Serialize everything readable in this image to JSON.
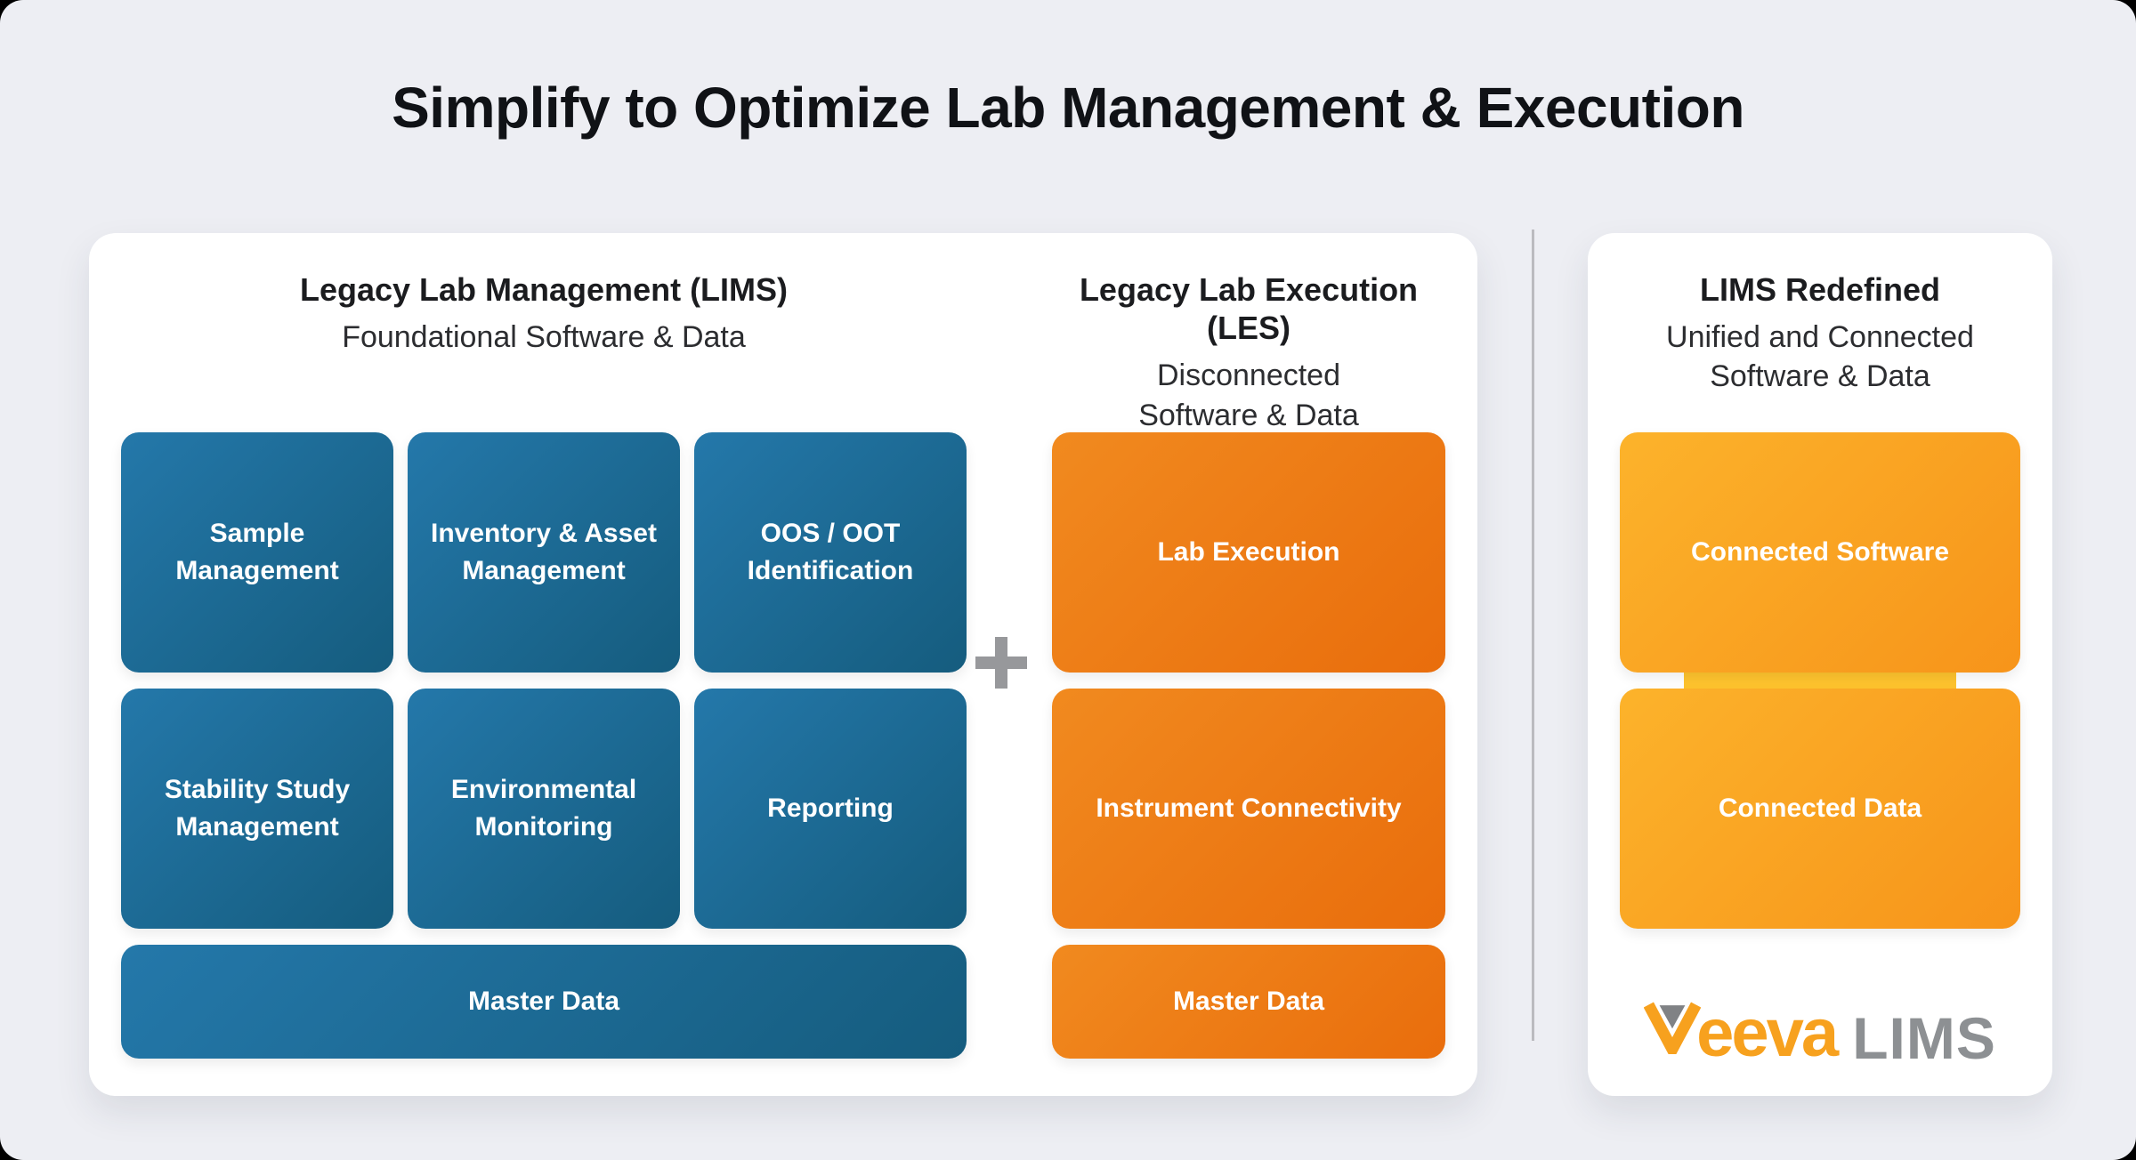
{
  "page": {
    "title": "Simplify to Optimize Lab Management & Execution",
    "background_color": "#EDEEF3"
  },
  "left_card": {
    "lims_section": {
      "title": "Legacy Lab Management (LIMS)",
      "subtitle": "Foundational Software & Data",
      "boxes": [
        "Sample Management",
        "Inventory & Asset Management",
        "OOS / OOT Identification",
        "Stability Study Management",
        "Environmental Monitoring",
        "Reporting"
      ],
      "master_box": "Master Data",
      "box_gradient_start": "#2478AA",
      "box_gradient_end": "#155C7E"
    },
    "plus_icon": "+",
    "les_section": {
      "title": "Legacy Lab Execution (LES)",
      "subtitle_line1": "Disconnected",
      "subtitle_line2": "Software & Data",
      "boxes": [
        "Lab Execution",
        "Instrument Connectivity"
      ],
      "master_box": "Master Data",
      "box_gradient_start": "#F18A1F",
      "box_gradient_end": "#E96D0C"
    }
  },
  "right_card": {
    "title": "LIMS Redefined",
    "subtitle_line1": "Unified and Connected",
    "subtitle_line2": "Software & Data",
    "boxes": [
      "Connected Software",
      "Connected Data"
    ],
    "connector_color": "#FFC42E",
    "box_gradient_start": "#FCB32B",
    "box_gradient_end": "#F7941A",
    "logo": {
      "brand": "veeva",
      "brand_tail": "eeva",
      "product": "LIMS",
      "brand_color": "#F7A11E",
      "triangle_color": "#808285",
      "product_color": "#8D9093"
    }
  }
}
